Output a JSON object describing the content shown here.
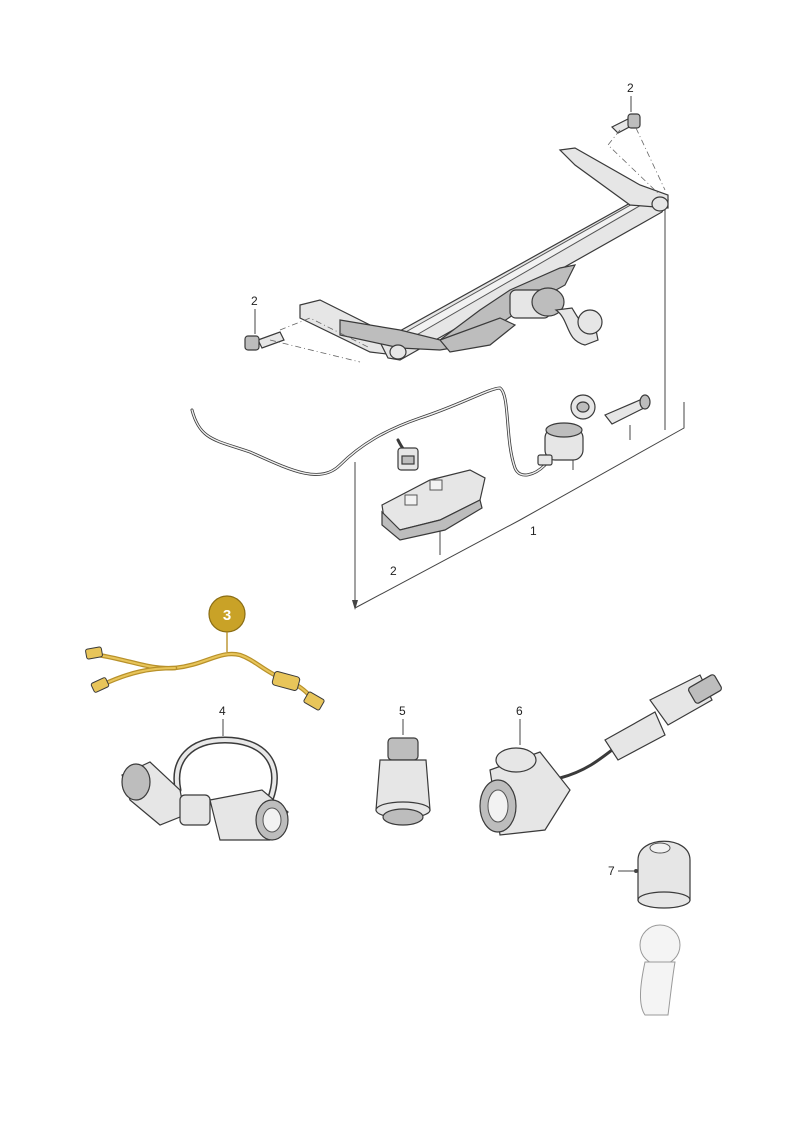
{
  "callouts": {
    "c1": "1",
    "c2_top": "2",
    "c2_left": "2",
    "c2_bottom": "2",
    "c3": "3",
    "c4": "4",
    "c5": "5",
    "c6": "6",
    "c7": "7"
  },
  "colors": {
    "highlight_badge": "#c9a227",
    "highlight_wire": "#b8912a",
    "line": "#444444"
  }
}
